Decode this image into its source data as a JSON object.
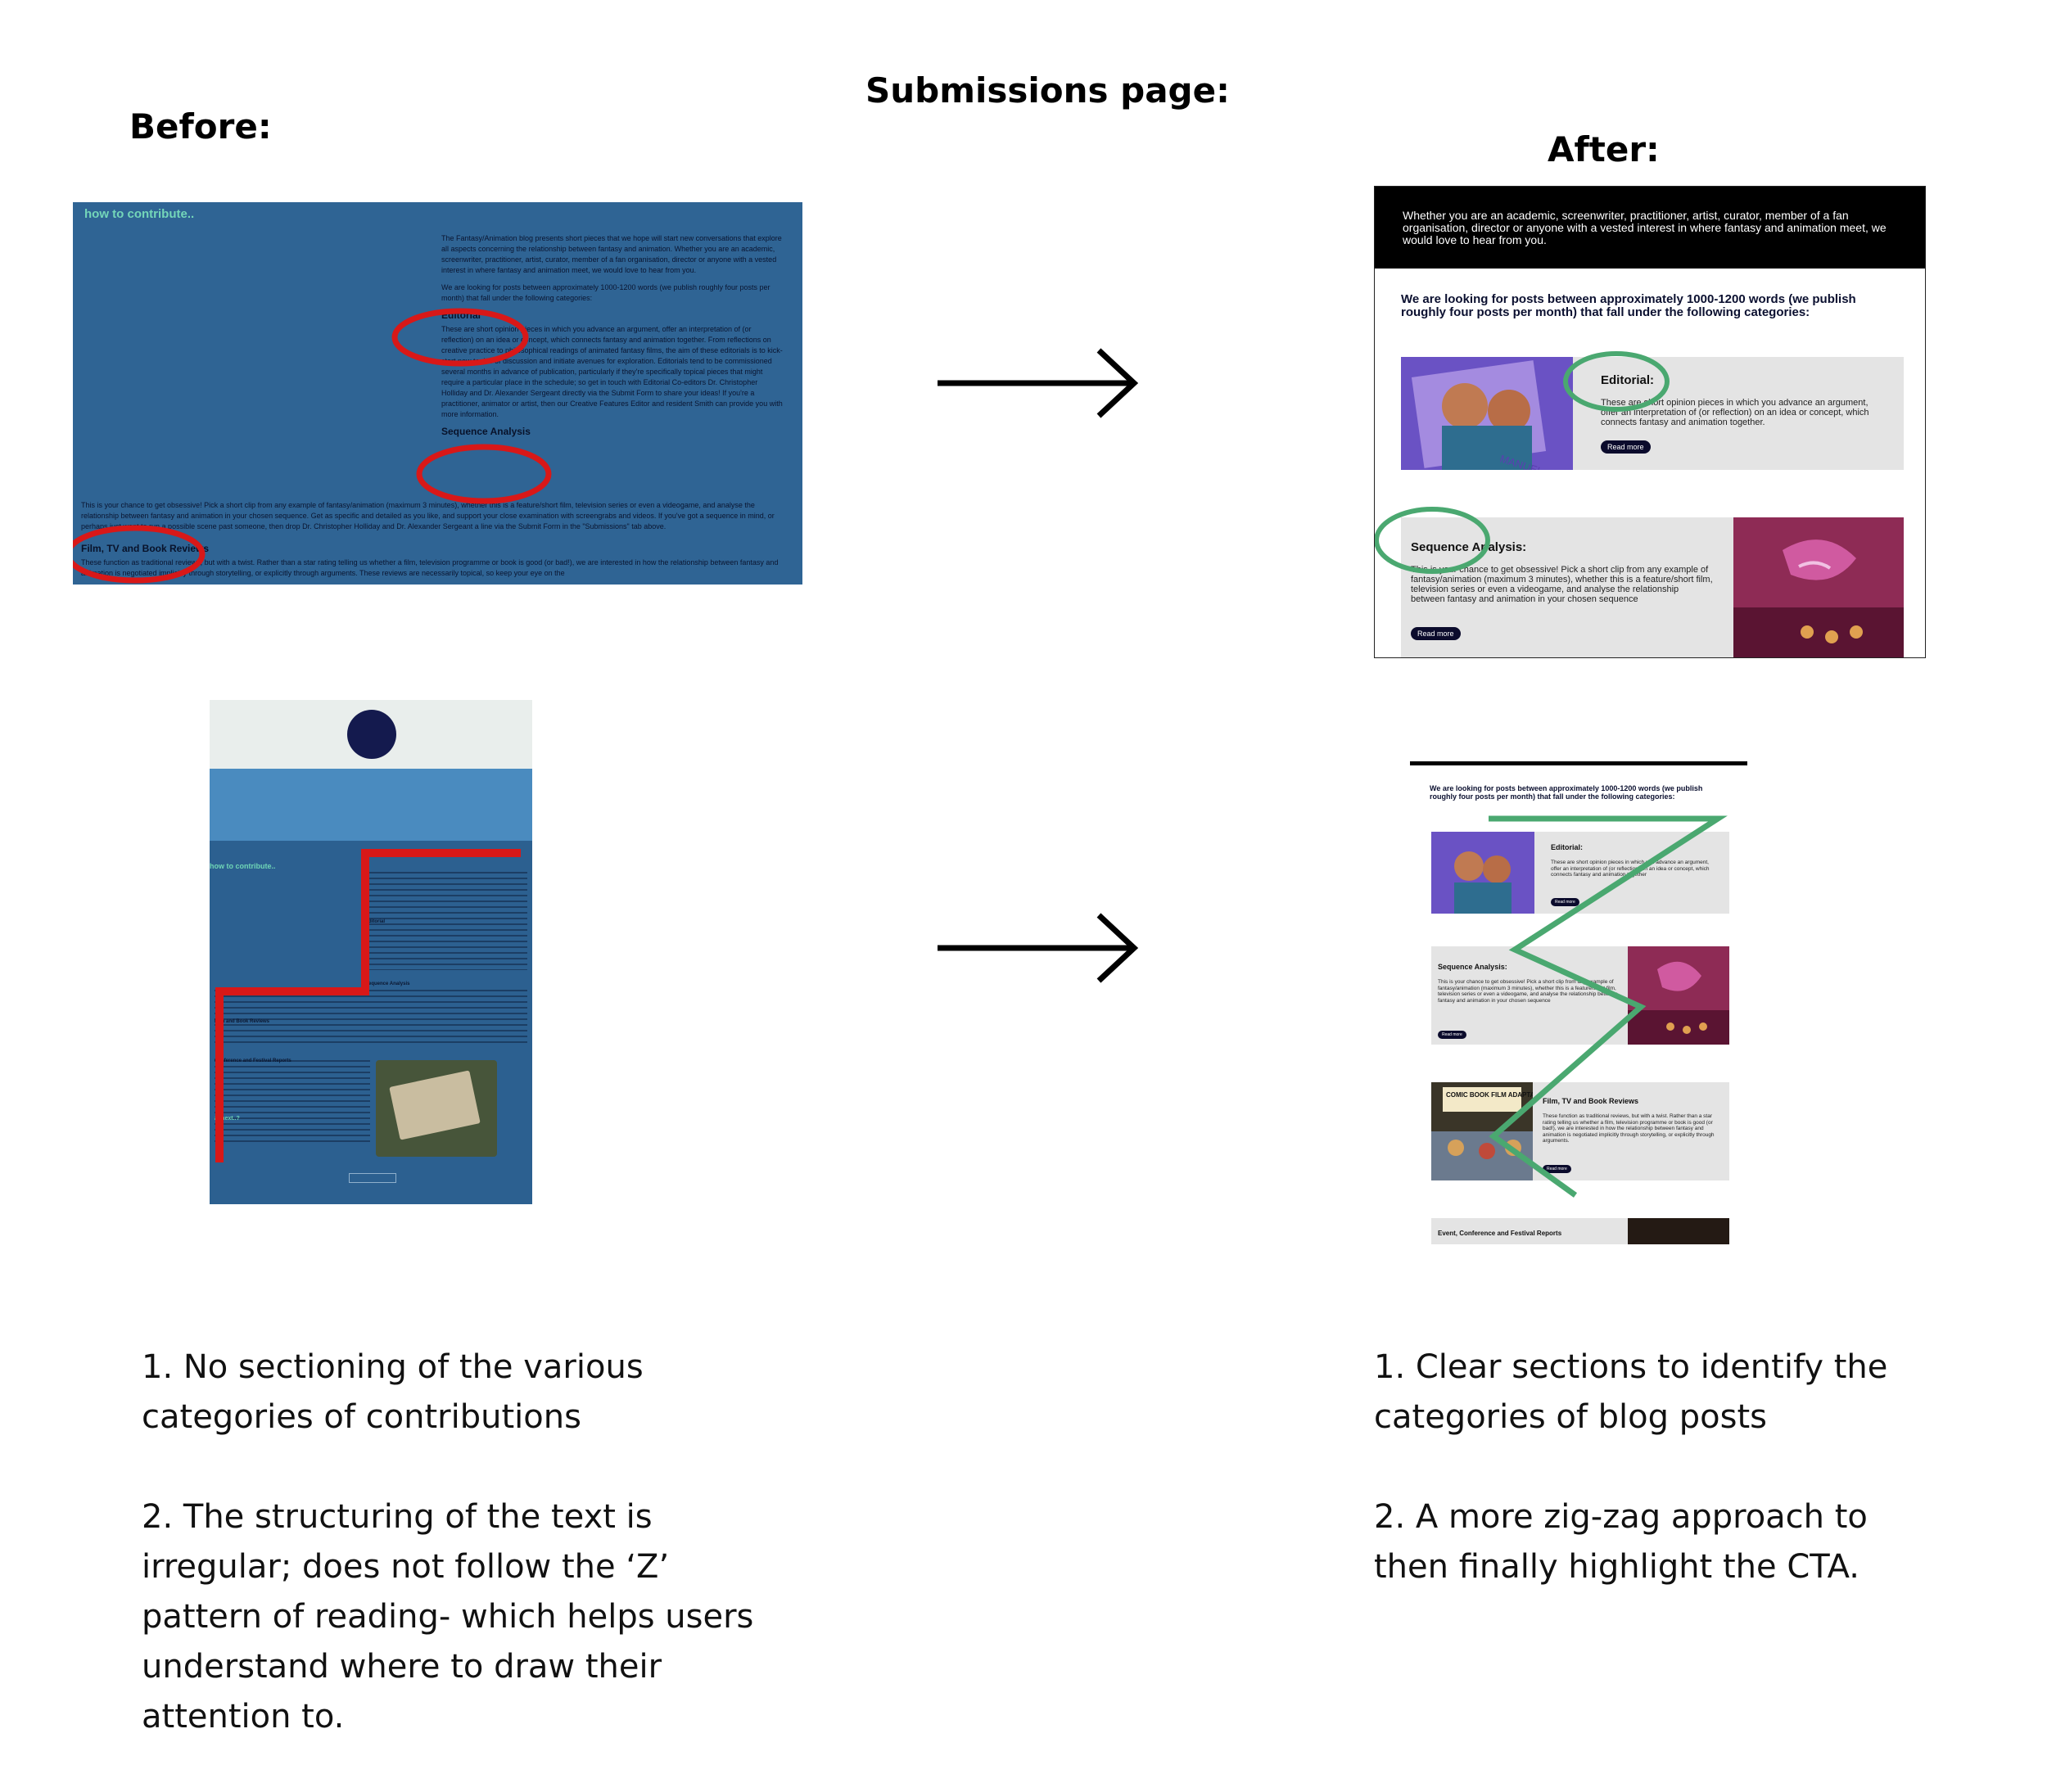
{
  "page_title": "Submissions page:",
  "before_label": "Before:",
  "after_label": "After:",
  "before_screenshot_1": {
    "section_title": "how to contribute..",
    "para1": "The Fantasy/Animation blog presents short pieces that we hope will start new conversations that explore all aspects concerning the relationship between fantasy and animation. Whether you are an academic, screenwriter, practitioner, artist, curator, member of a fan organisation, director or anyone with a vested interest in where fantasy and animation meet, we would love to hear from you.",
    "para2": "We are looking for posts between approximately 1000-1200 words (we publish roughly four posts per month) that fall under the following categories:",
    "editorial_heading": "Editorial",
    "editorial_text": "These are short opinion pieces in which you advance an argument, offer an interpretation of (or reflection) on an idea or concept, which connects fantasy and animation together. From reflections on creative practice to philosophical readings of animated fantasy films, the aim of these editorials is to kick-start new topics of discussion and initiate avenues for exploration. Editorials tend to be commissioned several months in advance of publication, particularly if they're specifically topical pieces that might require a particular place in the schedule; so get in touch with Editorial Co-editors Dr. Christopher Holliday and Dr. Alexander Sergeant directly via the Submit Form to share your ideas! If you're a practitioner, animator or artist, then our Creative Features Editor and resident Smith can provide you with more information.",
    "sequence_heading": "Sequence Analysis",
    "sequence_text": "This is your chance to get obsessive! Pick a short clip from any example of fantasy/animation (maximum 3 minutes), whether this is a feature/short film, television series or even a videogame, and analyse the relationship between fantasy and animation in your chosen sequence. Get as specific and detailed as you like, and support your close examination with screengrabs and videos. If you've got a sequence in mind, or perhaps just want to run a possible scene past someone, then drop Dr. Christopher Holliday and Dr. Alexander Sergeant a line via the Submit Form in the \"Submissions\" tab above.",
    "film_heading": "Film, TV and Book Reviews",
    "film_text": "These function as traditional reviews, but with a twist. Rather than a star rating telling us whether a film, television programme or book is good (or bad!), we are interested in how the relationship between fantasy and animation is negotiated implicitly through storytelling, or explicitly through arguments. These reviews are necessarily topical, so keep your eye on the"
  },
  "after_screenshot_1": {
    "top_text": "Whether you are an academic, screenwriter, practitioner, artist, curator, member of a fan organisation, director or anyone with a vested interest in where fantasy and animation meet, we would love to hear from you.",
    "intro": "We are looking for posts between approximately 1000-1200 words (we publish roughly four posts per month) that fall under the following categories:",
    "cards": [
      {
        "heading": "Editorial:",
        "text": "These are short opinion pieces in which you advance an argument, offer an interpretation of (or reflection) on an idea or concept, which connects fantasy and animation together.",
        "button": "Read more",
        "image_label": "MANUEL"
      },
      {
        "heading": "Sequence Analysis:",
        "text": "This is your chance to get obsessive! Pick a short clip from any example of fantasy/animation (maximum 3 minutes), whether this is a feature/short film, television series or even a videogame, and analyse the relationship between fantasy and animation in your chosen sequence",
        "button": "Read more"
      }
    ]
  },
  "before_screenshot_2": {
    "section_title": "how to contribute..",
    "editorial": "Editorial",
    "sequence": "Sequence Analysis",
    "film": "Film and Book Reviews",
    "event": "Conference and Festival Reports",
    "next": "at next..?"
  },
  "after_screenshot_2": {
    "intro": "We are looking for posts between approximately 1000-1200 words (we publish roughly four posts per month) that fall under the following categories:",
    "cards": [
      {
        "heading": "Editorial:",
        "text": "These are short opinion pieces in which you advance an argument, offer an interpretation of (or reflection) on an idea or concept, which connects fantasy and animation together",
        "button": "Read more"
      },
      {
        "heading": "Sequence Analysis:",
        "text": "This is your chance to get obsessive! Pick a short clip from any example of fantasy/animation (maximum 3 minutes), whether this is a feature/short film, television series or even a videogame, and analyse the relationship between fantasy and animation in your chosen sequence",
        "button": "Read more"
      },
      {
        "heading": "Film, TV and Book Reviews",
        "text": "These function as traditional reviews, but with a twist. Rather than a star rating telling us whether a film, television programme or book is good (or bad!), we are interested in how the relationship between fantasy and animation is negotiated implicitly through storytelling, or explicitly through arguments.",
        "button": "Read more",
        "image_label": "COMIC BOOK FILM ADAPTATION"
      },
      {
        "heading": "Event, Conference and Festival Reports"
      }
    ]
  },
  "before_notes": [
    "1. No sectioning of the various categories of contributions",
    "2. The structuring of the text is irregular; does not follow the ‘Z’ pattern of reading- which helps users understand where to draw their attention to."
  ],
  "after_notes": [
    "1. Clear sections to identify the categories of blog posts",
    "2. A more zig-zag approach to then finally highlight the CTA."
  ],
  "colors": {
    "highlight_red": "#d81818",
    "highlight_green": "#4aa870",
    "before_bg": "#2f6494"
  }
}
